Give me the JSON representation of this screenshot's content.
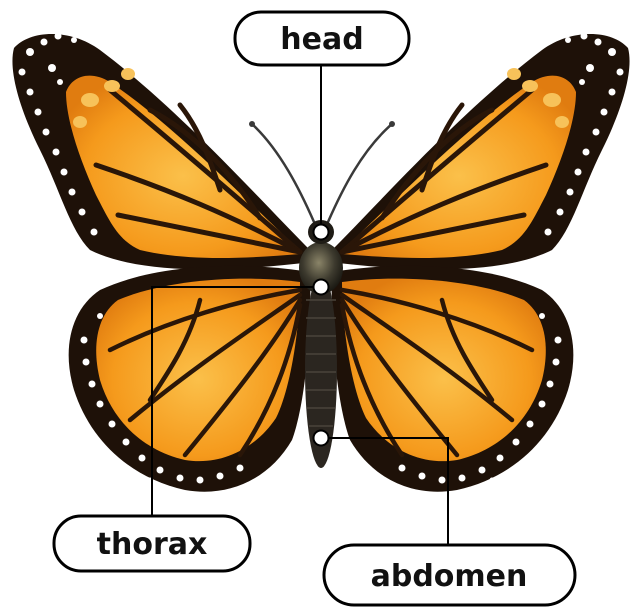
{
  "labels": {
    "head": "head",
    "thorax": "thorax",
    "abdomen": "abdomen"
  },
  "colors": {
    "wing_orange": "#f5a21f",
    "wing_vein": "#2a1608",
    "wing_border": "#1e1108",
    "spot": "#ffffff",
    "sub_spot": "#f7c25a",
    "body": "#2b2620",
    "label_stroke": "#000000",
    "leader_line": "#000000"
  }
}
